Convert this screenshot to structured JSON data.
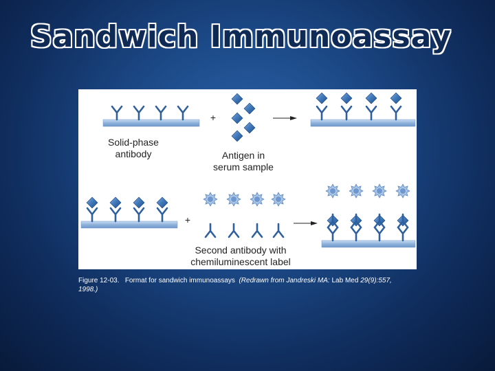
{
  "title": "Sandwich Immunoassay",
  "figure": {
    "plus_sign": "+",
    "label_solid_phase_line1": "Solid-phase",
    "label_solid_phase_line2": "antibody",
    "label_antigen_line1": "Antigen in",
    "label_antigen_line2": "serum sample",
    "label_second_ab_line1": "Second antibody with",
    "label_second_ab_line2": "chemiluminescent label"
  },
  "caption": {
    "figure_id": "Figure 12-03.",
    "text": "Format for sandwich immunoassays",
    "source_italic": "(Redrawn from Jandreski MA:",
    "source_journal": "Lab Med",
    "source_ref_italic": "29(9):557, 1998.)"
  },
  "colors": {
    "bar": "#8fb2dc",
    "antibody": "#2e5f9e",
    "antigen": "#3f77b8",
    "label_star": "#8fb2dc"
  }
}
